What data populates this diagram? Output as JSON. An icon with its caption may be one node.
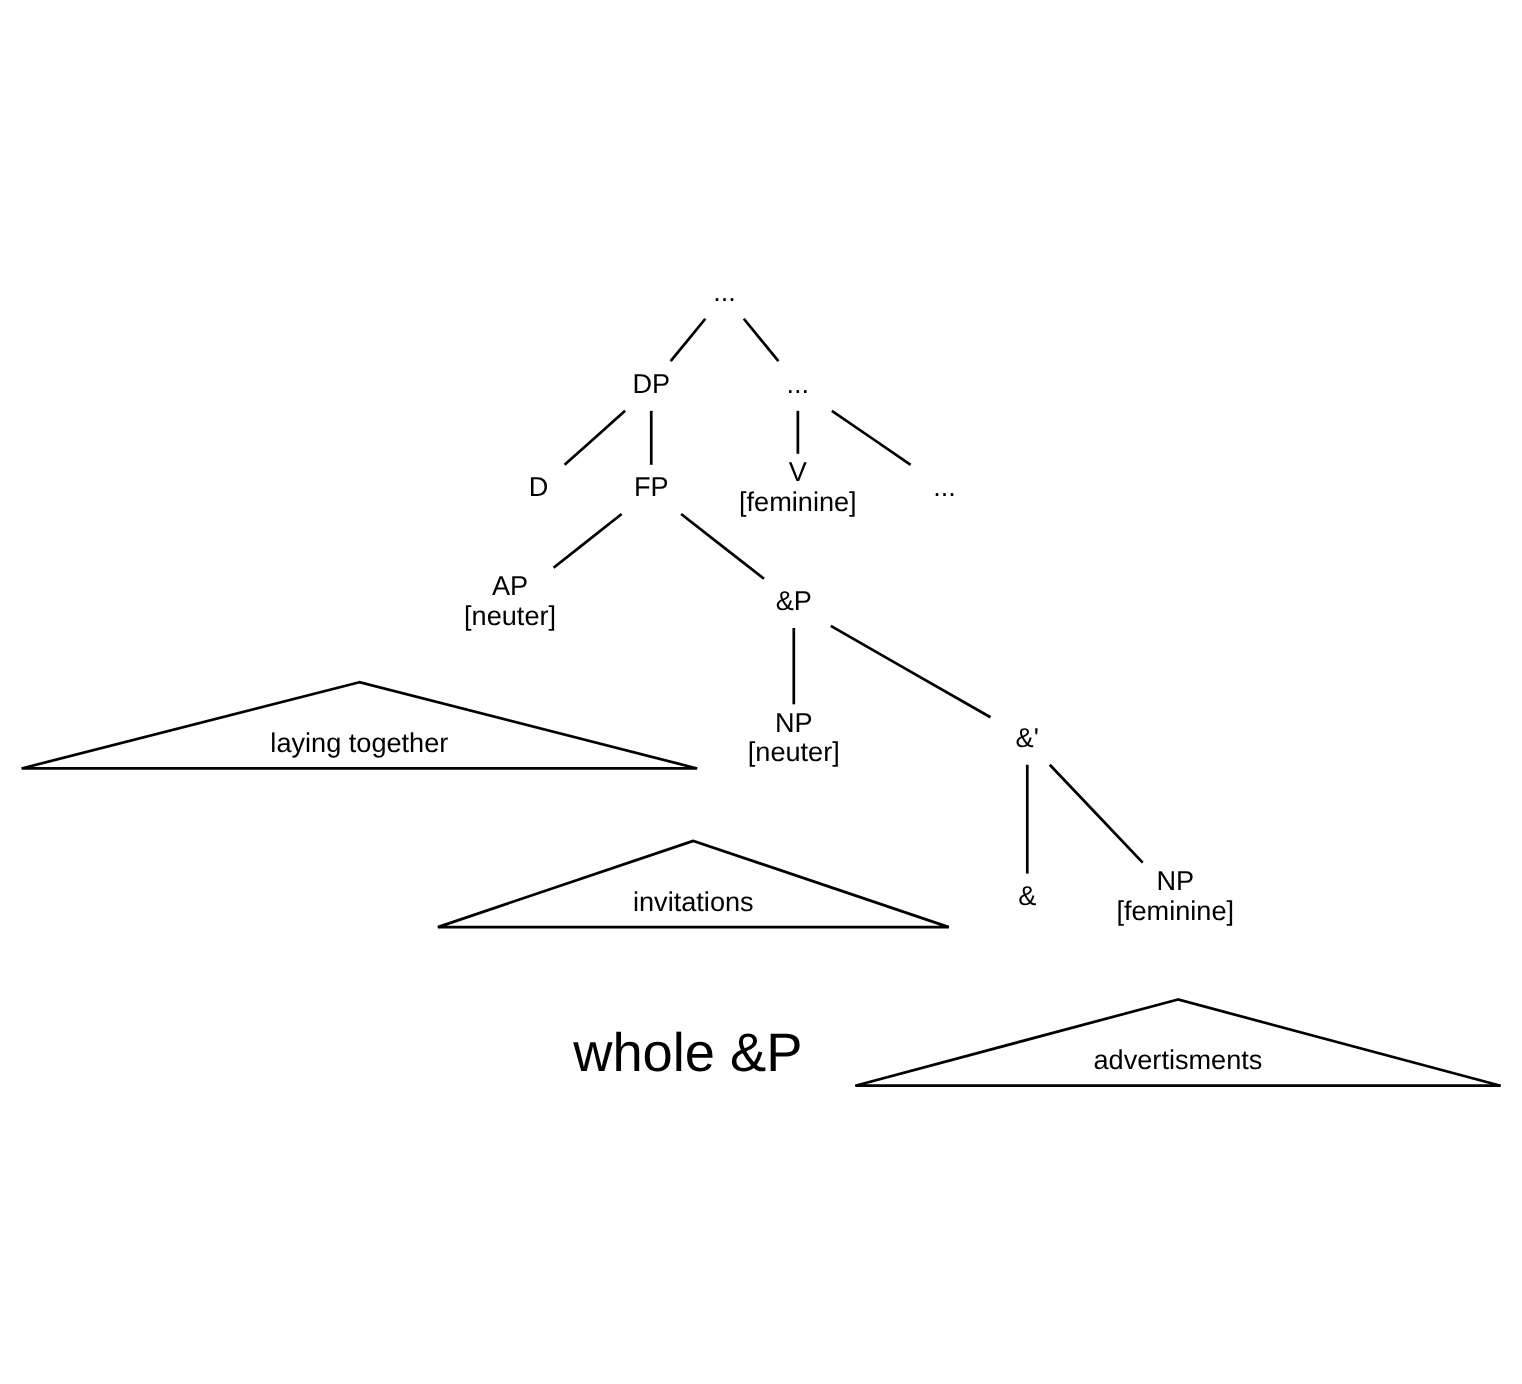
{
  "diagram": {
    "nodes": [
      {
        "text": [
          "..."
        ]
      },
      {
        "text": [
          "DP"
        ]
      },
      {
        "text": [
          "..."
        ]
      },
      {
        "text": [
          "D"
        ]
      },
      {
        "text": [
          "FP"
        ]
      },
      {
        "text": [
          "V",
          "[feminine]"
        ]
      },
      {
        "text": [
          "..."
        ]
      },
      {
        "text": [
          "AP",
          "[neuter]"
        ]
      },
      {
        "text": [
          "&P"
        ]
      },
      {
        "text": [
          "laying together"
        ]
      },
      {
        "text": [
          "NP",
          "[neuter]"
        ]
      },
      {
        "text": [
          "&'"
        ]
      },
      {
        "text": [
          "invitations"
        ]
      },
      {
        "text": [
          "&"
        ]
      },
      {
        "text": [
          "NP",
          "[feminine]"
        ]
      },
      {
        "text": [
          "advertisments"
        ]
      }
    ],
    "edges": [
      {
        "from": 0,
        "to": 1,
        "arrow": "none"
      },
      {
        "from": 0,
        "to": 2,
        "arrow": "none"
      },
      {
        "from": 1,
        "to": 3,
        "arrow": "none"
      },
      {
        "from": 1,
        "to": 4,
        "arrow": "none"
      },
      {
        "from": 2,
        "to": 5,
        "arrow": "none"
      },
      {
        "from": 2,
        "to": 6,
        "arrow": "none"
      },
      {
        "from": 4,
        "to": 7,
        "arrow": "none"
      },
      {
        "from": 4,
        "to": 8,
        "arrow": "none"
      },
      {
        "from": 8,
        "to": 10,
        "arrow": "none"
      },
      {
        "from": 8,
        "to": 11,
        "arrow": "none"
      },
      {
        "from": 11,
        "to": 13,
        "arrow": "none"
      },
      {
        "from": 11,
        "to": 14,
        "arrow": "none"
      }
    ],
    "labels": [
      "whole &P"
    ]
  }
}
